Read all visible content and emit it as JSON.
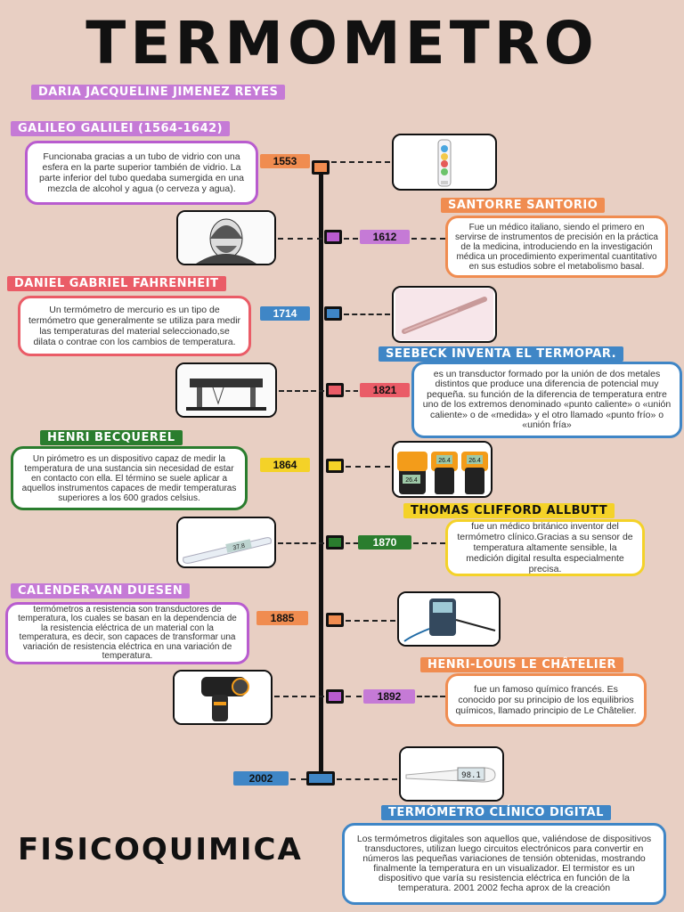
{
  "title": "TERMOMETRO",
  "author": "DARIA JACQUELINE JIMENEZ REYES",
  "footer_title": "FISICOQUIMICA",
  "events": [
    {
      "label": "GALILEO GALILEI (1564-1642)",
      "year": "1553",
      "color": "#f08c50",
      "label_color": "#c57ad6",
      "text": "Funcionaba gracias a un tubo de vidrio con una esfera en la parte superior también de vidrio. La parte inferior del tubo quedaba sumergida en una mezcla de alcohol y agua (o cerveza y agua).",
      "image": "galileo-thermometer"
    },
    {
      "label": "SANTORRE SANTORIO",
      "year": "1612",
      "color": "#b85ccf",
      "label_color": "#f08c50",
      "text": "Fue un médico italiano, siendo el primero en servirse de instrumentos de precisión en la práctica de la medicina, introduciendo en la investigación médica un procedimiento experimental cuantitativo en sus estudios sobre el metabolismo basal.",
      "image": "santorio-portrait"
    },
    {
      "label": "DANIEL GABRIEL FAHRENHEIT",
      "year": "1714",
      "color": "#3f86c6",
      "label_color": "#ea5c67",
      "text": "Un termómetro de mercurio es un tipo de termómetro que generalmente se utiliza para medir las temperaturas del material seleccionado,se dilata o contrae con los cambios de temperatura.",
      "image": "mercury-thermometer"
    },
    {
      "label": "SEEBECK INVENTA EL TERMOPAR.",
      "year": "1821",
      "color": "#ea5c67",
      "label_color": "#3f86c6",
      "text": "es un transductor formado por la unión de dos metales distintos que produce una diferencia de potencial muy pequeña. su función de la diferencia de temperatura entre uno de los extremos denominado «punto caliente» o «unión caliente» o de «medida» y el otro llamado «punto frío» o «unión fría»",
      "image": "thermocouple-drawing"
    },
    {
      "label": "HENRI BECQUEREL",
      "year": "1864",
      "color": "#f4d228",
      "label_color": "#2a7d2e",
      "text": "Un pirómetro es un dispositivo capaz de medir la temperatura de una sustancia sin necesidad de estar en contacto con ella. El término se suele aplicar a aquellos instrumentos capaces de medir temperaturas superiores a los 600 grados celsius.",
      "image": "pyrometers"
    },
    {
      "label": "THOMAS CLIFFORD ALLBUTT",
      "year": "1870",
      "color": "#2a7d2e",
      "label_color": "#f4d228",
      "text": "fue un médico británico inventor del termómetro clínico.Gracias a su sensor de temperatura altamente sensible, la medición digital resulta especialmente precisa.",
      "image": "clinical-thermometer"
    },
    {
      "label": "CALENDER-VAN DUESEN",
      "year": "1885",
      "color": "#f08c50",
      "label_color": "#c57ad6",
      "text": "termómetros a resistencia son transductores de temperatura, los cuales se basan en la dependencia de la resistencia eléctrica de un material con la temperatura, es decir, son capaces de transformar una variación de resistencia eléctrica en una variación de temperatura.",
      "image": "resistance-thermometer"
    },
    {
      "label": "HENRI-LOUIS LE CHÂTELIER",
      "year": "1892",
      "color": "#b85ccf",
      "label_color": "#f08c50",
      "text": "fue un famoso químico francés. Es conocido por su principio de los equilibrios químicos, llamado principio de Le Châtelier.",
      "image": "thermal-camera"
    },
    {
      "label": "TERMÓMETRO CLÍNICO DIGITAL",
      "year": "2002",
      "color": "#3f86c6",
      "label_color": "#3f86c6",
      "text": "Los termómetros digitales son aquellos que, valiéndose de dispositivos transductores, utilizan luego circuitos electrónicos para convertir en números las pequeñas variaciones de tensión obtenidas, mostrando finalmente la temperatura en un visualizador. El termistor es un dispositivo que varía su resistencia eléctrica en función de la temperatura. 2001 2002 fecha aprox de la creación",
      "image": "digital-thermometer"
    }
  ],
  "digital_readings": {
    "img1714": "",
    "img1870": "37.8",
    "img1864": [
      "26.4",
      "26.4",
      "26.4"
    ],
    "img2002": "98.1"
  }
}
